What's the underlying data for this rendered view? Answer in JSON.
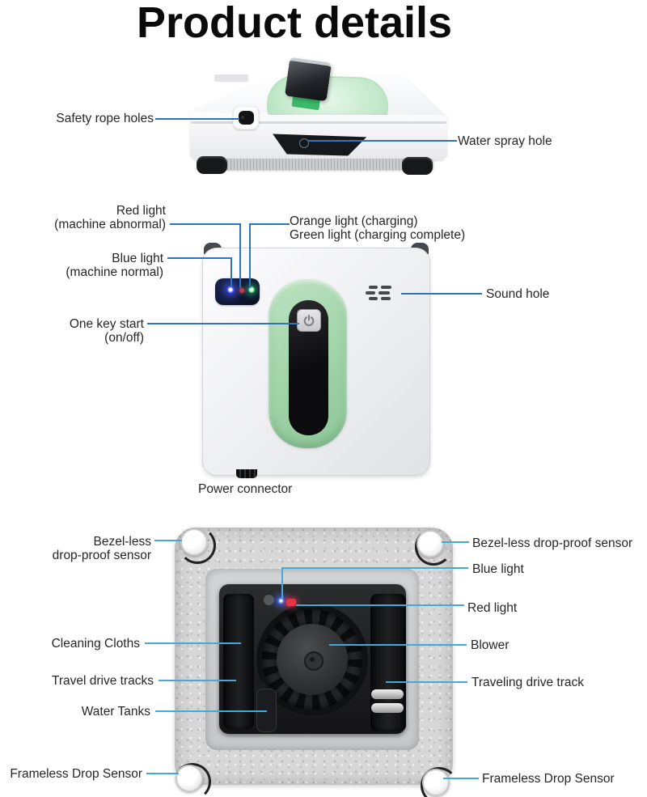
{
  "title": "Product details",
  "colors": {
    "callout_line_blue": "#2e74b8",
    "callout_line_cyan": "#46a7d9",
    "device_green_panel": "#a5d5ab",
    "led_blue": "#3c5bff",
    "led_red": "#d03a4a",
    "led_green": "#3fd06c"
  },
  "top_view": {
    "safety_rope_holes": "Safety rope holes",
    "water_spray_hole": "Water spray hole"
  },
  "front_view": {
    "red_light": "Red light",
    "red_light_sub": "(machine abnormal)",
    "orange_light": "Orange light (charging)",
    "green_light": "Green light (charging complete)",
    "blue_light": "Blue light",
    "blue_light_sub": "(machine normal)",
    "sound_hole": "Sound hole",
    "one_key_start": "One key start",
    "one_key_start_sub": "(on/off)",
    "power_connector": "Power connector"
  },
  "bottom_view": {
    "bezel_less_line1": "Bezel-less",
    "bezel_less_line2": "drop-proof sensor",
    "bezel_less_right": "Bezel-less drop-proof sensor",
    "blue_light": "Blue light",
    "red_light": "Red light",
    "cleaning_cloths": "Cleaning Cloths",
    "blower": "Blower",
    "travel_drive_tracks": "Travel drive tracks",
    "traveling_drive_track": "Traveling drive track",
    "water_tanks": "Water Tanks",
    "frameless_drop_sensor_left": "Frameless Drop Sensor",
    "frameless_drop_sensor_right": "Frameless Drop Sensor"
  }
}
